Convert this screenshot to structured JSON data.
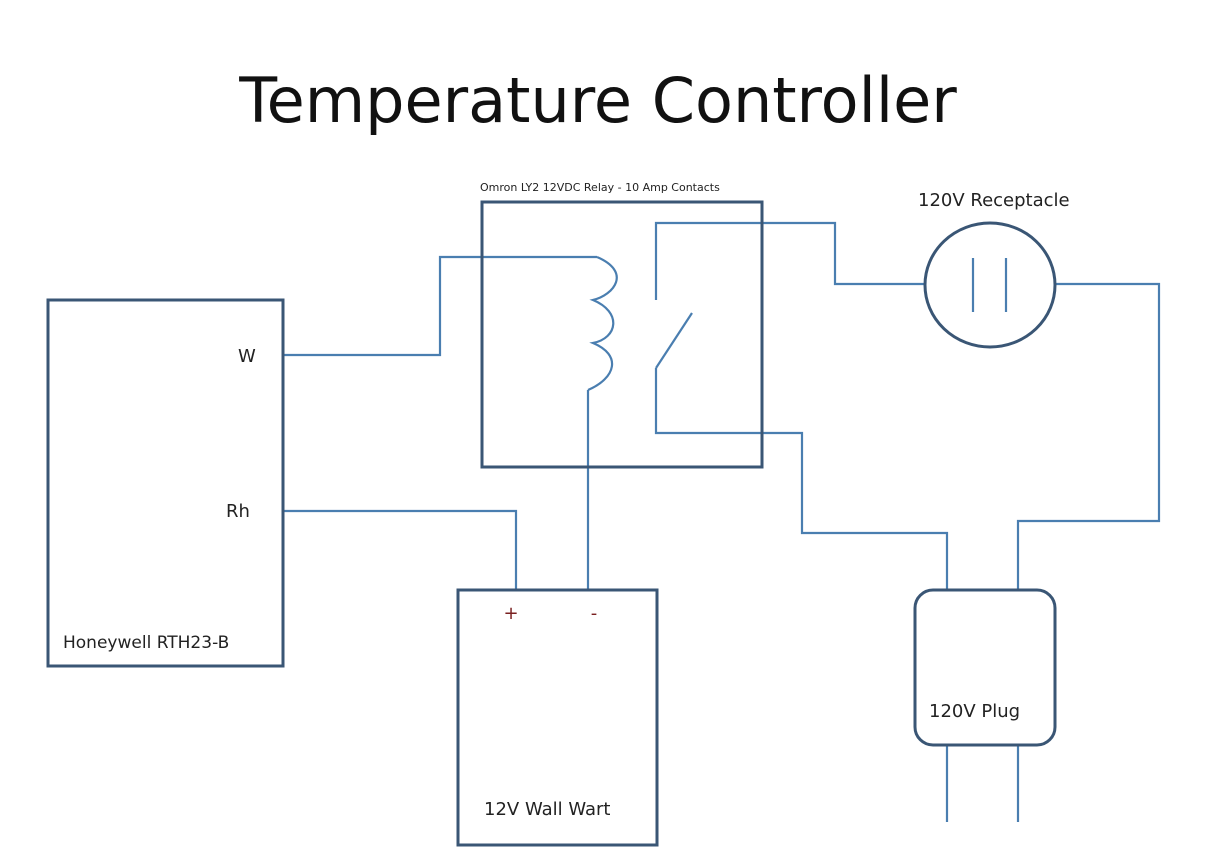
{
  "title": "Temperature Controller",
  "colors": {
    "box_stroke": "#3a5675",
    "wire": "#4a7eb0",
    "text": "#222222",
    "plus_minus": "#7a2020",
    "background": "#ffffff"
  },
  "components": {
    "thermostat": {
      "label": "Honeywell RTH23-B",
      "terminal_w": "W",
      "terminal_rh": "Rh"
    },
    "relay": {
      "label": "Omron LY2 12VDC Relay - 10 Amp Contacts"
    },
    "receptacle": {
      "label": "120V Receptacle"
    },
    "wall_wart": {
      "label": "12V Wall Wart",
      "terminal_plus": "+",
      "terminal_minus": "-"
    },
    "plug": {
      "label": "120V Plug"
    }
  }
}
